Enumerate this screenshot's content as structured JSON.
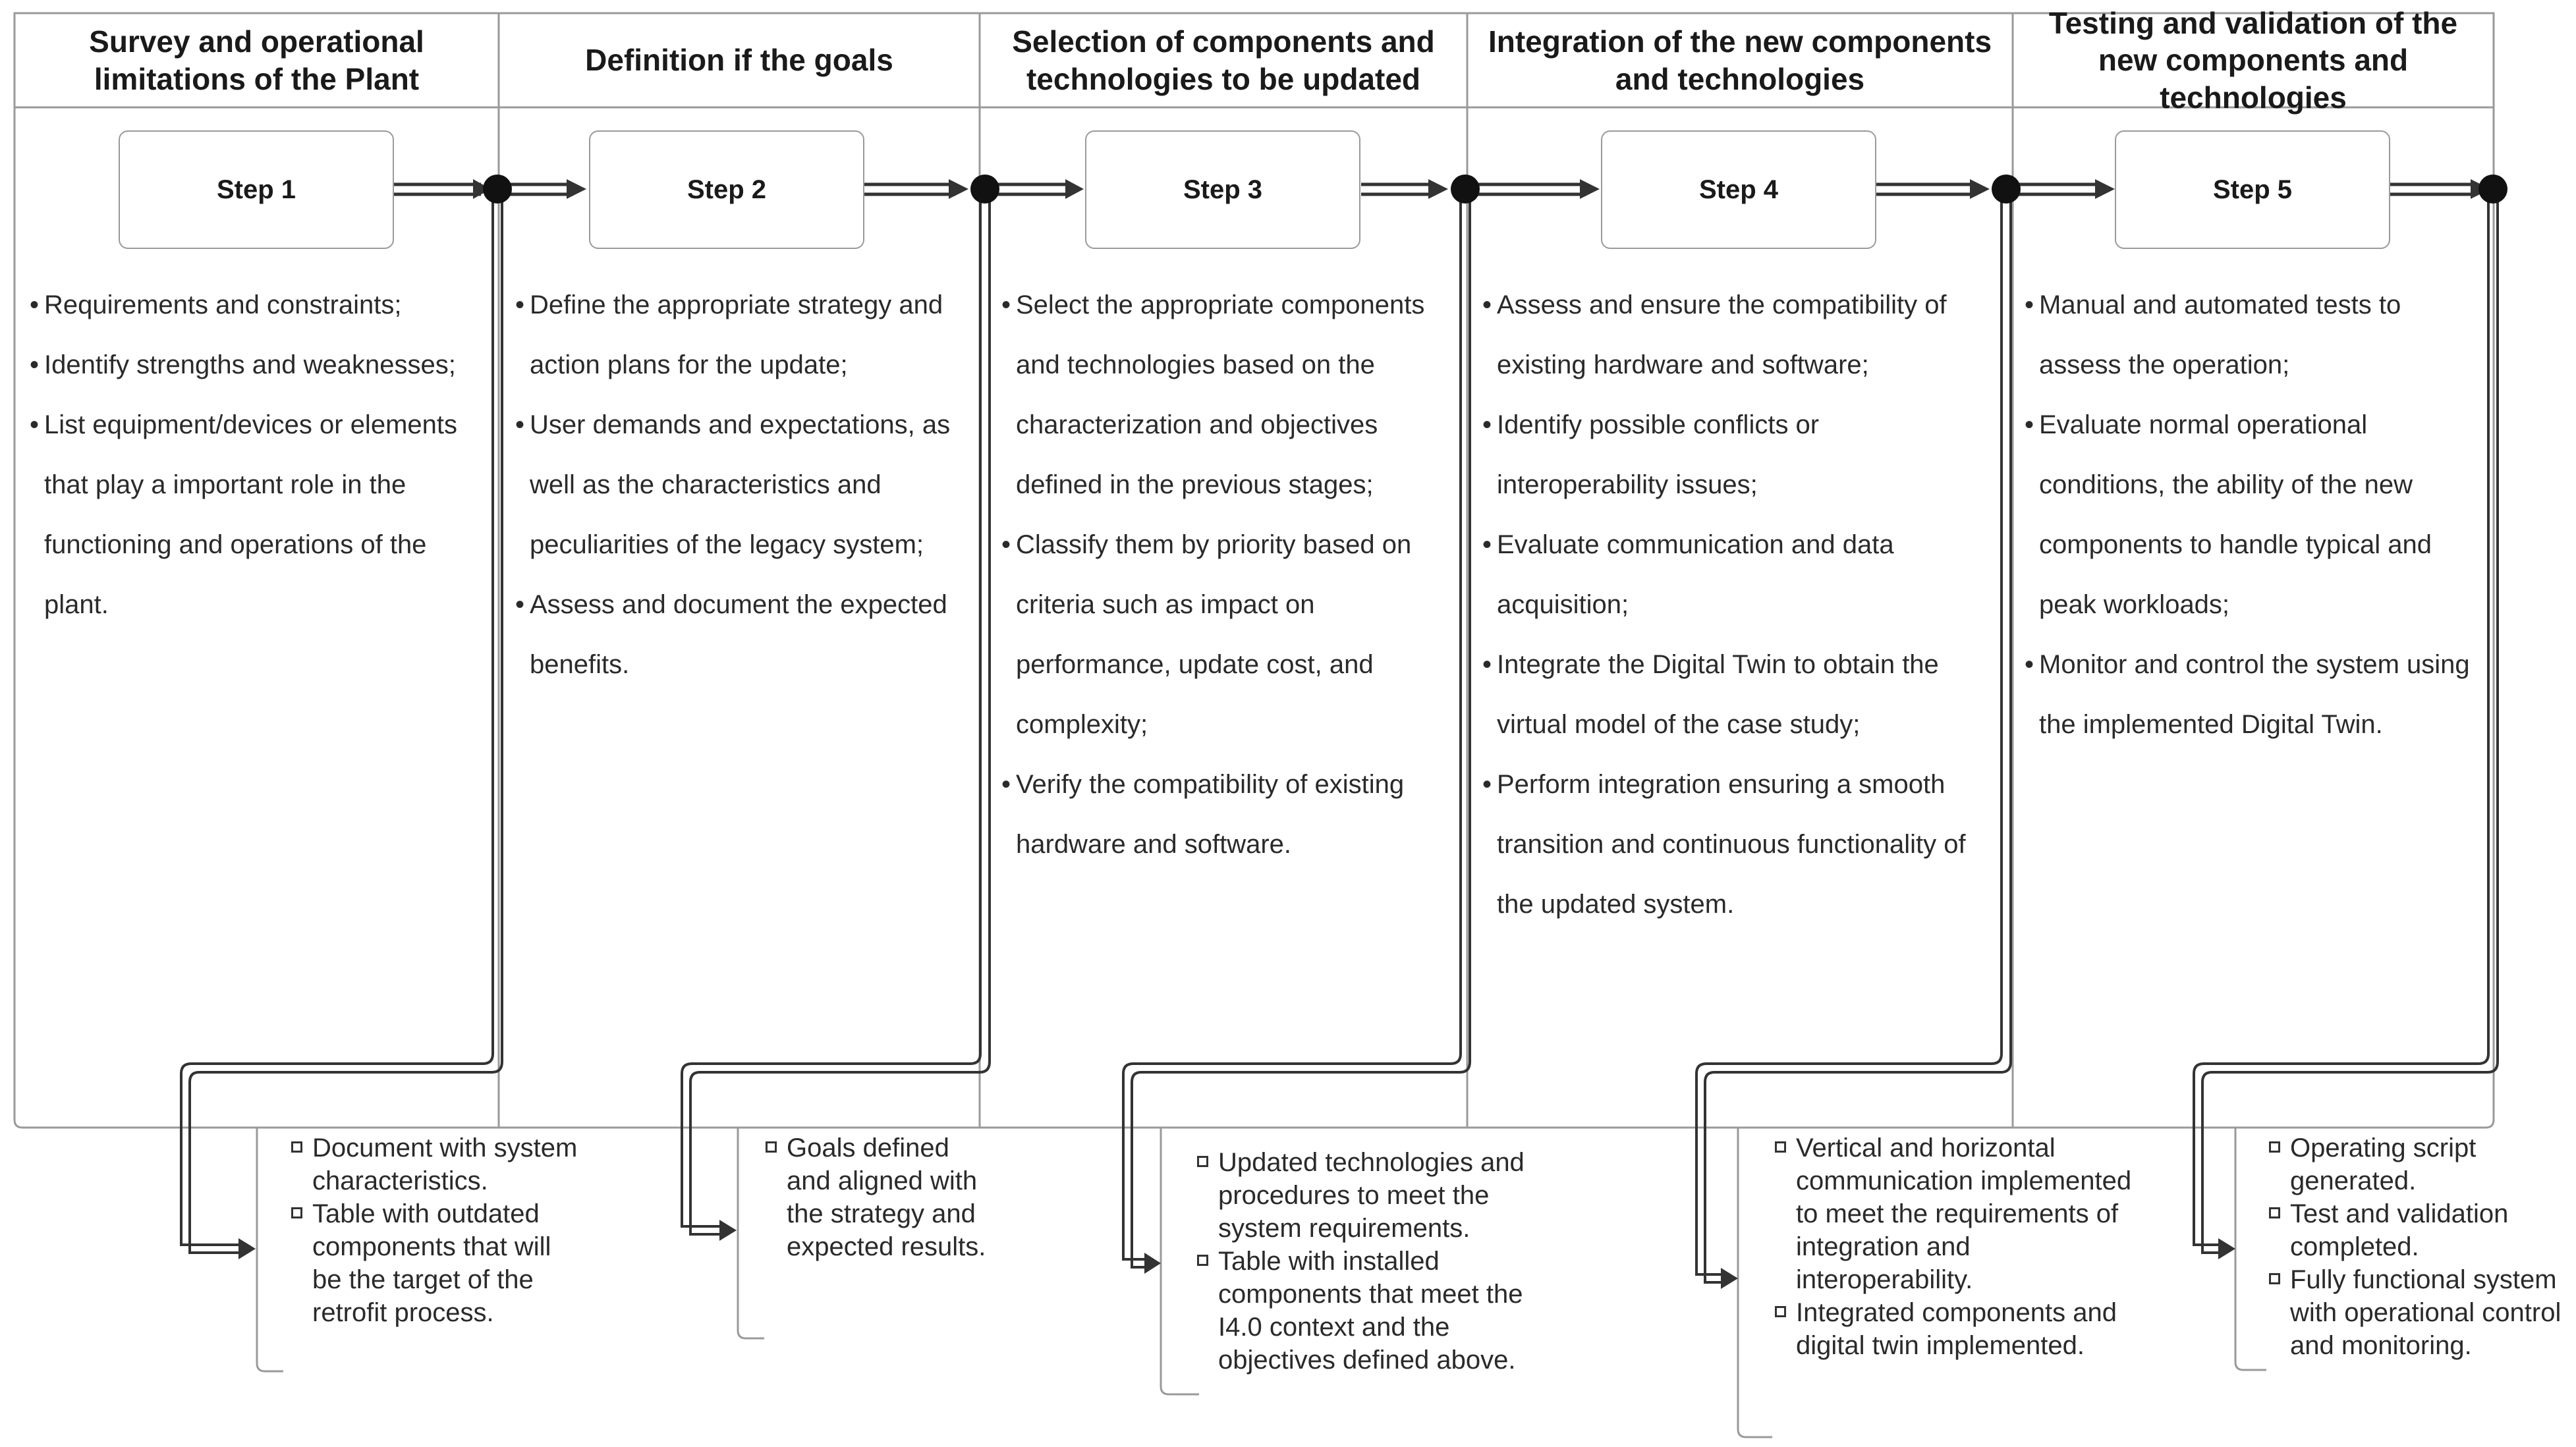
{
  "columns": [
    {
      "header": "Survey and operational limitations of the Plant",
      "step": "Step 1",
      "bullets": [
        "Requirements and constraints;",
        "Identify strengths and weaknesses;",
        "List equipment/devices or elements that play a important role in the functioning and operations of the plant."
      ],
      "outputs": [
        "Document with system characteristics.",
        "Table with outdated components that will be the target of the retrofit process."
      ]
    },
    {
      "header": "Definition if the goals",
      "step": "Step 2",
      "bullets": [
        "Define the appropriate strategy and action plans for the update;",
        "User demands and expectations, as well as the characteristics and peculiarities of the legacy system;",
        "Assess and document the expected benefits."
      ],
      "outputs": [
        "Goals defined and aligned with the strategy and expected results."
      ]
    },
    {
      "header": "Selection of components and technologies to be updated",
      "step": "Step 3",
      "bullets": [
        "Select the appropriate components and technologies based on the characterization and objectives defined in the previous stages;",
        "Classify them by priority based on criteria such as impact on performance, update cost, and complexity;",
        "Verify the compatibility of existing hardware and software."
      ],
      "outputs": [
        "Updated technologies and procedures to meet the system requirements.",
        "Table with installed components that meet the I4.0 context and the objectives defined above."
      ]
    },
    {
      "header": "Integration of the new components and technologies",
      "step": "Step 4",
      "bullets": [
        "Assess and ensure the compatibility of existing hardware and software;",
        "Identify possible conflicts or interoperability issues;",
        "Evaluate communication and data acquisition;",
        "Integrate the Digital Twin to obtain the virtual model of the case study;",
        "Perform integration ensuring a smooth transition and continuous functionality of the updated system."
      ],
      "outputs": [
        "Vertical and horizontal communication implemented to meet the requirements of integration and interoperability.",
        "Integrated components and digital twin implemented."
      ]
    },
    {
      "header": "Testing and validation of the new components and technologies",
      "step": "Step 5",
      "bullets": [
        "Manual and automated tests to assess the operation;",
        "Evaluate normal operational conditions, the ability of the new components to handle typical and peak workloads;",
        "Monitor and control the system using the implemented Digital Twin."
      ],
      "outputs": [
        "Operating script generated.",
        "Test and validation completed.",
        "Fully functional system with operational control and monitoring."
      ]
    }
  ]
}
